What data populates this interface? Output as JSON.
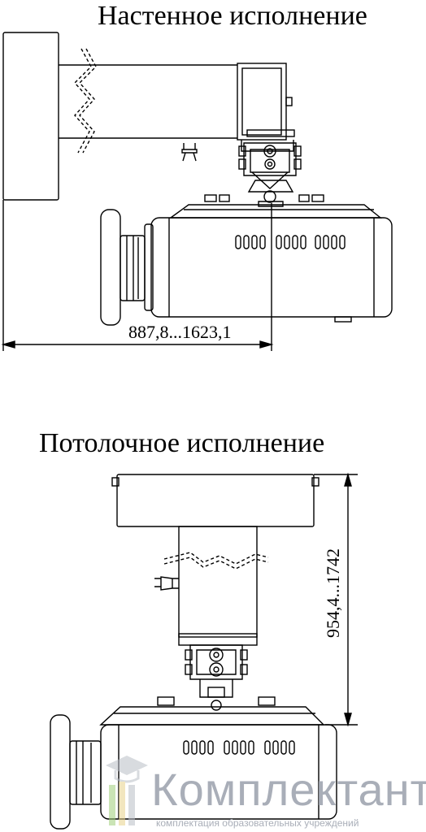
{
  "wall_view": {
    "title": "Настенное исполнение",
    "dimension_label": "887,8...1623,1"
  },
  "ceiling_view": {
    "title": "Потолочное исполнение",
    "dimension_label": "954,4...1742"
  },
  "watermark": {
    "brand": "Комплектант",
    "tagline": "комплектация образовательных учреждений",
    "icon": "graduation-cap-book-icon"
  },
  "colors": {
    "line": "#000000",
    "background": "#ffffff",
    "watermark": "#a9aeb8"
  }
}
